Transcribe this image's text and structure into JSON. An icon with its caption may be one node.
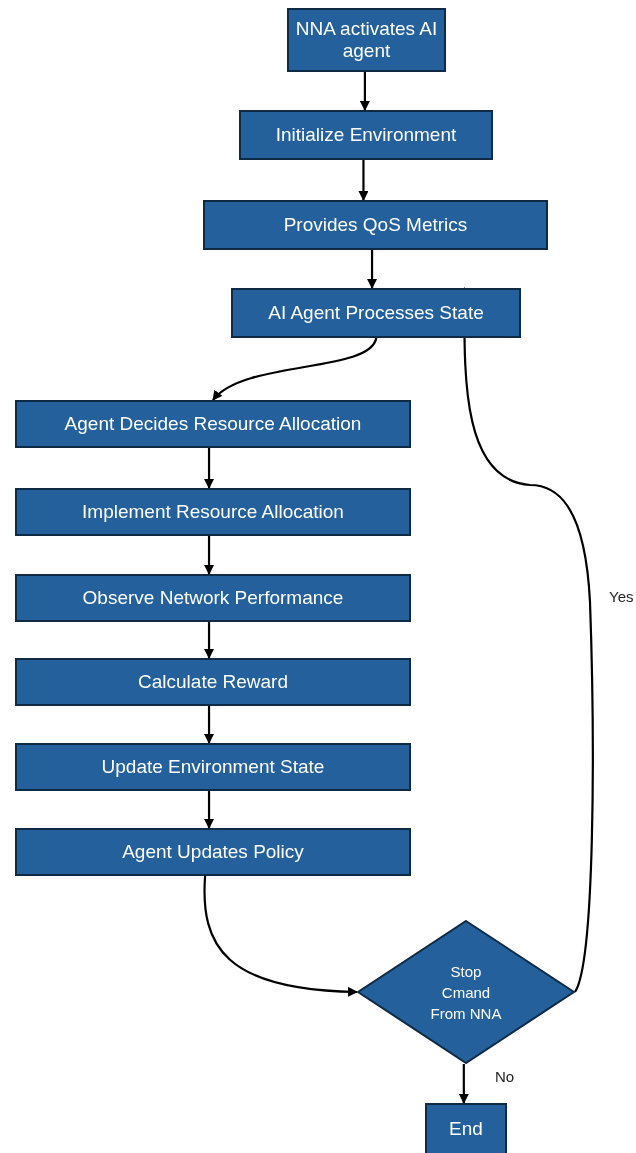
{
  "diagram": {
    "nodes": [
      {
        "text": [
          "NNA activates AI agent"
        ]
      },
      {
        "text": [
          "Initialize Environment"
        ]
      },
      {
        "text": [
          "Provides QoS Metrics"
        ]
      },
      {
        "text": [
          "AI Agent Processes State"
        ]
      },
      {
        "text": [
          "Agent Decides Resource Allocation"
        ]
      },
      {
        "text": [
          "Implement Resource Allocation"
        ]
      },
      {
        "text": [
          "Observe Network Performance"
        ]
      },
      {
        "text": [
          "Calculate Reward"
        ]
      },
      {
        "text": [
          "Update Environment State"
        ]
      },
      {
        "text": [
          "Agent Updates Policy"
        ]
      },
      {
        "text": [
          "Stop Cmand From NNA"
        ]
      },
      {
        "text": [
          "End"
        ]
      }
    ],
    "edges": [
      {
        "from": 0,
        "to": 1,
        "arrow": "to"
      },
      {
        "from": 1,
        "to": 2,
        "arrow": "to"
      },
      {
        "from": 2,
        "to": 3,
        "arrow": "to"
      },
      {
        "from": 3,
        "to": 4,
        "arrow": "to"
      },
      {
        "from": 4,
        "to": 5,
        "arrow": "to"
      },
      {
        "from": 5,
        "to": 6,
        "arrow": "to"
      },
      {
        "from": 6,
        "to": 7,
        "arrow": "to"
      },
      {
        "from": 7,
        "to": 8,
        "arrow": "to"
      },
      {
        "from": 8,
        "to": 9,
        "arrow": "to"
      },
      {
        "from": 9,
        "to": 10,
        "arrow": "to"
      },
      {
        "from": 10,
        "to": 3,
        "arrow": "to",
        "label": "Yes"
      },
      {
        "from": 10,
        "to": 11,
        "arrow": "to",
        "label": "No"
      }
    ]
  }
}
